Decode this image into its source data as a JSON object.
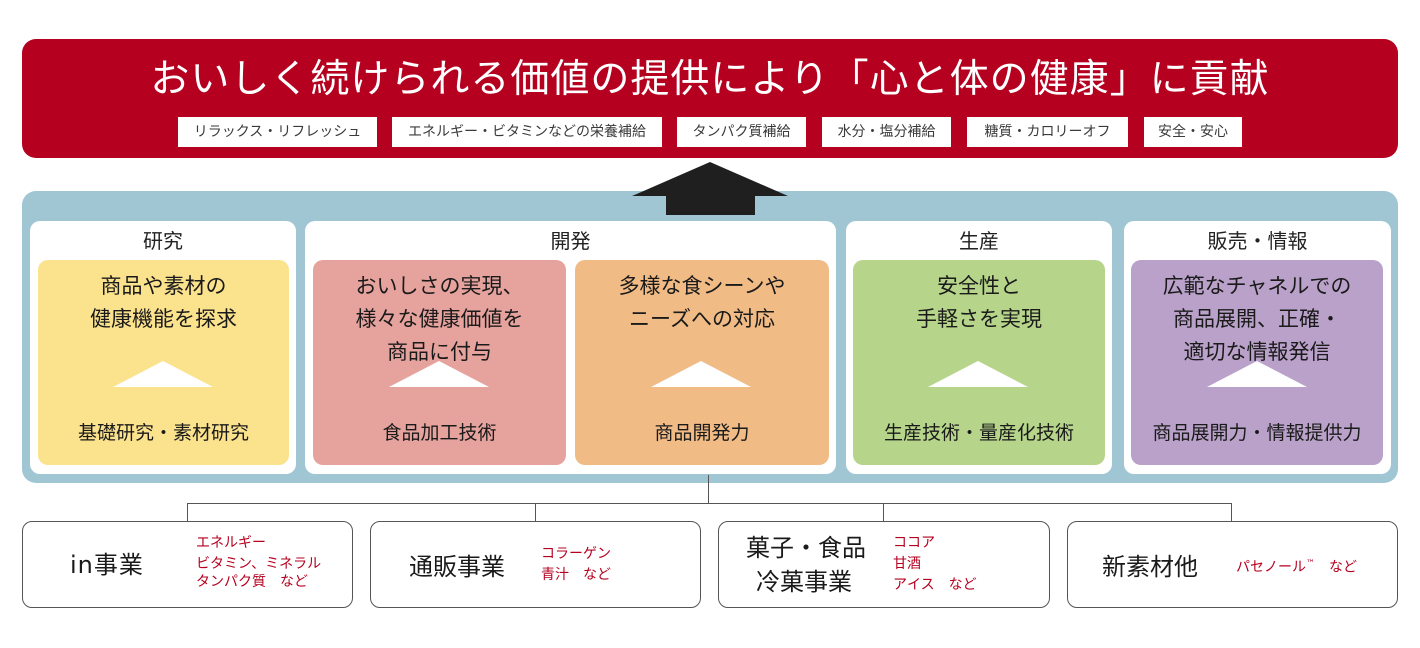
{
  "banner": {
    "title": "おいしく続けられる価値の提供により「心と体の健康」に貢献",
    "tags": [
      "リラックス・リフレッシュ",
      "エネルギー・ビタミンなどの栄養補給",
      "タンパク質補給",
      "水分・塩分補給",
      "糖質・カロリーオフ",
      "安全・安心"
    ]
  },
  "columns": {
    "research": {
      "title": "研究",
      "card": {
        "lines": [
          "商品や素材の",
          "健康機能を探求"
        ],
        "footer": "基礎研究・素材研究"
      }
    },
    "development": {
      "title": "開発",
      "card1": {
        "lines": [
          "おいしさの実現、",
          "様々な健康価値を",
          "商品に付与"
        ],
        "footer": "食品加工技術"
      },
      "card2": {
        "lines": [
          "多様な食シーンや",
          "ニーズへの対応"
        ],
        "footer": "商品開発力"
      }
    },
    "production": {
      "title": "生産",
      "card": {
        "lines": [
          "安全性と",
          "手軽さを実現"
        ],
        "footer": "生産技術・量産化技術"
      }
    },
    "sales": {
      "title": "販売・情報",
      "card": {
        "lines": [
          "広範なチャネルでの",
          "商品展開、正確・",
          "適切な情報発信"
        ],
        "footer": "商品展開力・情報提供力"
      }
    }
  },
  "businesses": {
    "in": {
      "name": "in事業",
      "sub": [
        "エネルギー",
        "ビタミン、ミネラル",
        "タンパク質　など"
      ]
    },
    "mailorder": {
      "name": "通販事業",
      "sub": [
        "コラーゲン",
        "青汁　など"
      ]
    },
    "confectionery": {
      "name": [
        "菓子・食品",
        "冷菓事業"
      ],
      "sub": [
        "ココア",
        "甘酒",
        "アイス　など"
      ]
    },
    "newmaterial": {
      "name": "新素材他",
      "sub": [
        "パセノール",
        "™",
        "　など"
      ]
    }
  },
  "colors": {
    "banner": "#b5001f",
    "panel": "#a0c6d3",
    "research": "#fbe28d",
    "development_1": "#e6a39e",
    "development_2": "#f1bb86",
    "production": "#b6d58a",
    "sales": "#b9a1c9",
    "accent_text": "#b5001f"
  }
}
